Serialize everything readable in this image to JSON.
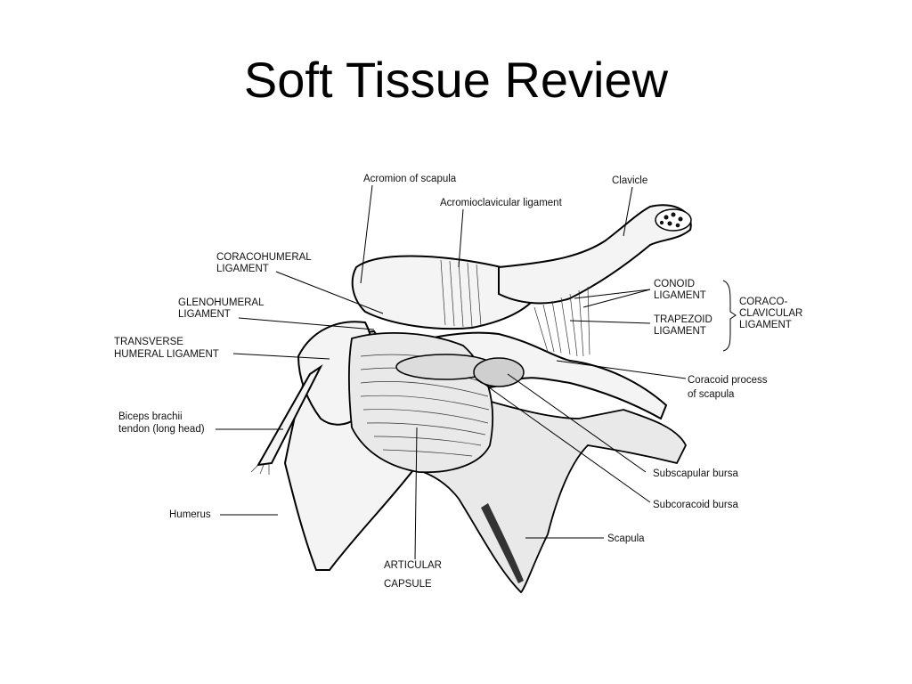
{
  "slide": {
    "title": "Soft Tissue Review"
  },
  "labels": {
    "acromion": "Acromion of scapula",
    "clavicle": "Clavicle",
    "ac_ligament": "Acromioclavicular ligament",
    "coracohumeral_1": "CORACOHUMERAL",
    "coracohumeral_2": "LIGAMENT",
    "glenohumeral_1": "GLENOHUMERAL",
    "glenohumeral_2": "LIGAMENT",
    "transverse_1": "TRANSVERSE",
    "transverse_2": "HUMERAL LIGAMENT",
    "biceps_1": "Biceps brachii",
    "biceps_2": "tendon (long head)",
    "humerus": "Humerus",
    "conoid_1": "CONOID",
    "conoid_2": "LIGAMENT",
    "trapezoid_1": "TRAPEZOID",
    "trapezoid_2": "LIGAMENT",
    "cc_1": "CORACO-",
    "cc_2": "CLAVICULAR",
    "cc_3": "LIGAMENT",
    "coracoid_1": "Coracoid process",
    "coracoid_2": "of scapula",
    "subscapular": "Subscapular bursa",
    "subcoracoid": "Subcoracoid bursa",
    "scapula": "Scapula",
    "capsule_1": "ARTICULAR",
    "capsule_2": "CAPSULE"
  }
}
